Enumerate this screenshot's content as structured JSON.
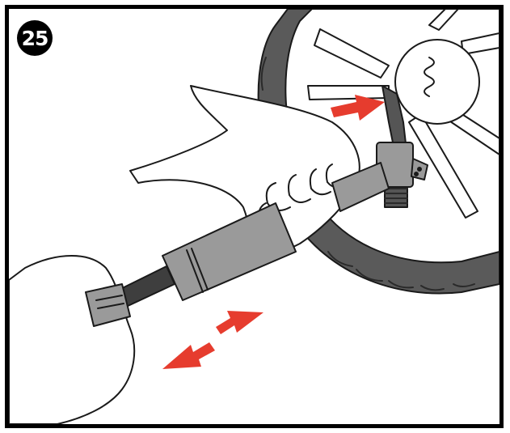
{
  "step": {
    "number": "25"
  },
  "colors": {
    "outline": "#1a1a1a",
    "tire": "#5a5a5a",
    "tire_dark": "#3e3e3e",
    "pump_body": "#9a9a9a",
    "pump_dark": "#555555",
    "arrow_red": "#e63c2e",
    "background": "#ffffff"
  },
  "icons": {
    "motion_arrow": "double-headed-arrow",
    "insert_arrow": "right-arrow"
  }
}
